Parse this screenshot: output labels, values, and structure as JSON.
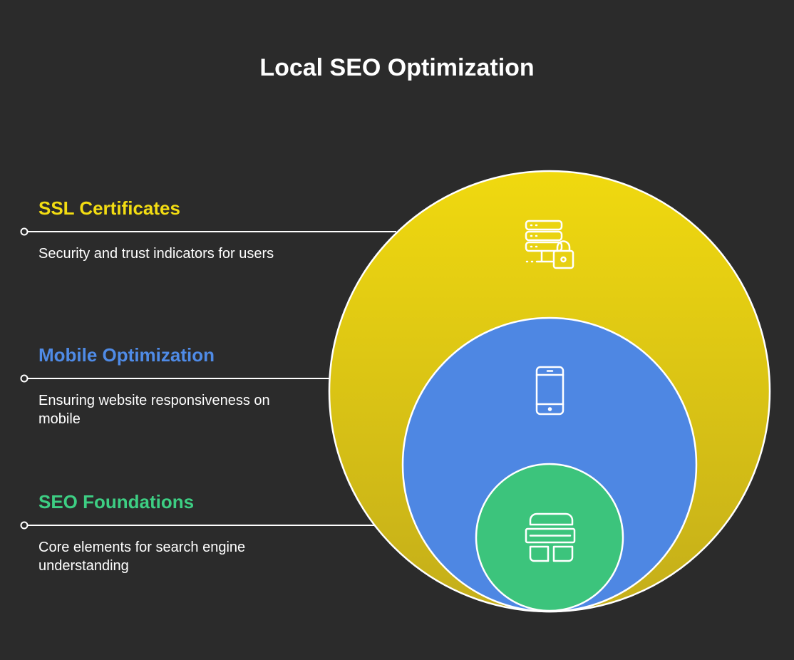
{
  "title": "Local SEO Optimization",
  "colors": {
    "background": "#2b2b2b",
    "ssl": "#f0d90f",
    "mobile": "#4e87e3",
    "foundations": "#3cc47c",
    "ssl_text": "#f2dc12",
    "mobile_text": "#4f8be6",
    "foundations_text": "#3dce83"
  },
  "layers": [
    {
      "title": "SSL Certificates",
      "description": "Security and trust indicators for users",
      "icon": "server-lock-icon"
    },
    {
      "title": "Mobile Optimization",
      "description": "Ensuring website responsiveness on mobile",
      "icon": "smartphone-icon"
    },
    {
      "title": "SEO Foundations",
      "description": "Core elements for search engine understanding",
      "icon": "layout-blocks-icon"
    }
  ]
}
